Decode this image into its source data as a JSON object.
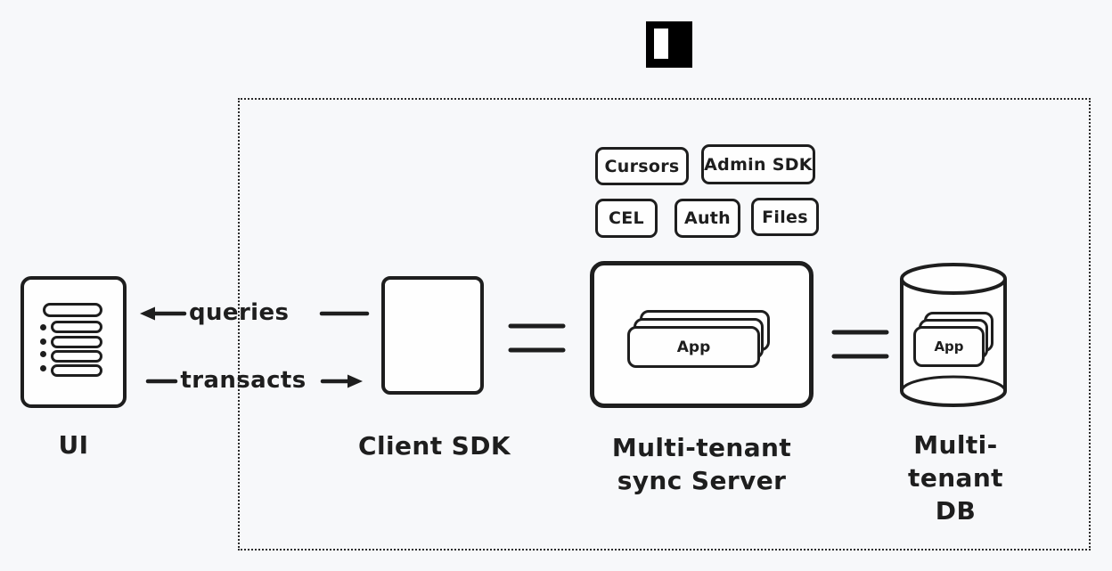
{
  "diagram": {
    "logo": {
      "name": "instant-logo"
    },
    "features": [
      {
        "label": "Cursors"
      },
      {
        "label": "Admin SDK"
      },
      {
        "label": "CEL"
      },
      {
        "label": "Auth"
      },
      {
        "label": "Files"
      }
    ],
    "nodes": {
      "ui": {
        "label": "UI"
      },
      "client_sdk": {
        "label": "Client SDK"
      },
      "sync_server": {
        "label": "Multi-tenant\nsync Server",
        "app_card_label": "App"
      },
      "db": {
        "label": "Multi-tenant\nDB",
        "app_card_label": "App"
      }
    },
    "edges": {
      "queries_label": "queries",
      "transacts_label": "transacts"
    },
    "colors": {
      "background": "#f7f8fa",
      "stroke": "#1e1e1e",
      "node_fill": "#fefefe",
      "logo_black": "#000000",
      "logo_white": "#ffffff"
    }
  }
}
